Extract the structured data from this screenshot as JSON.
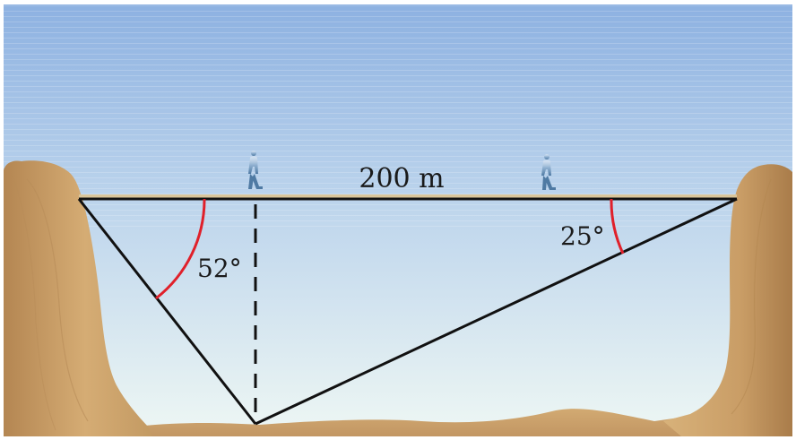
{
  "diagram": {
    "span_label": "200 m",
    "left_angle_label": "52°",
    "right_angle_label": "25°",
    "left_angle_deg": 52,
    "right_angle_deg": 25
  },
  "colors": {
    "sky_top": "#8fb3e2",
    "sky_bottom": "#eef6f5",
    "rock": "#cea56d",
    "rock_dark": "#a87c4b",
    "bridge": "#d9c59a",
    "lines": "#111111",
    "angle_arc": "#e0202a",
    "person": "#5f86ad"
  },
  "icons": [
    "person-walking-icon",
    "person-walking-icon"
  ]
}
